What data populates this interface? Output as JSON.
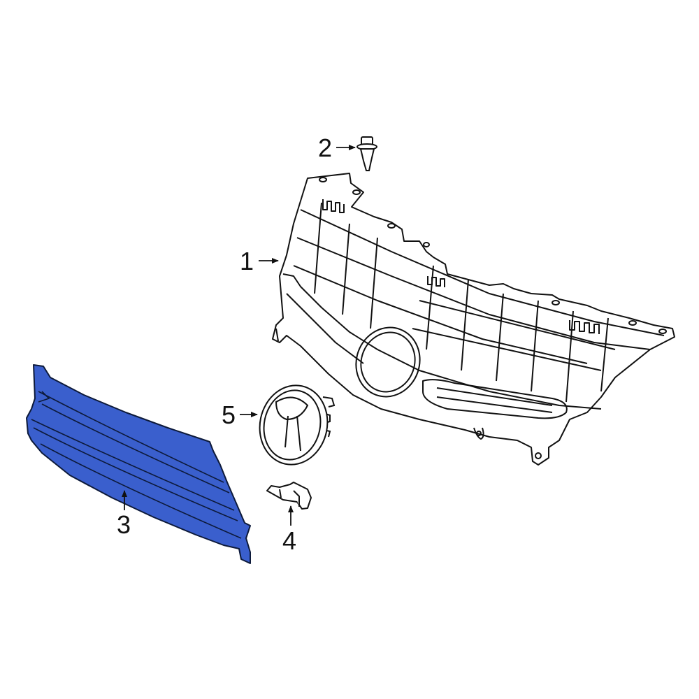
{
  "diagram": {
    "type": "exploded parts diagram",
    "subject": "Front grille assembly",
    "highlight_color": "#3a5fcd",
    "outline_color": "#111111",
    "parts": [
      {
        "number": "1",
        "name": "grille-assembly",
        "highlighted": false
      },
      {
        "number": "2",
        "name": "clip-fastener",
        "highlighted": false
      },
      {
        "number": "3",
        "name": "lower-grille-insert",
        "highlighted": true
      },
      {
        "number": "4",
        "name": "bracket",
        "highlighted": false
      },
      {
        "number": "5",
        "name": "emblem",
        "highlighted": false
      }
    ]
  },
  "labels": {
    "p1": "1",
    "p2": "2",
    "p3": "3",
    "p4": "4",
    "p5": "5"
  }
}
